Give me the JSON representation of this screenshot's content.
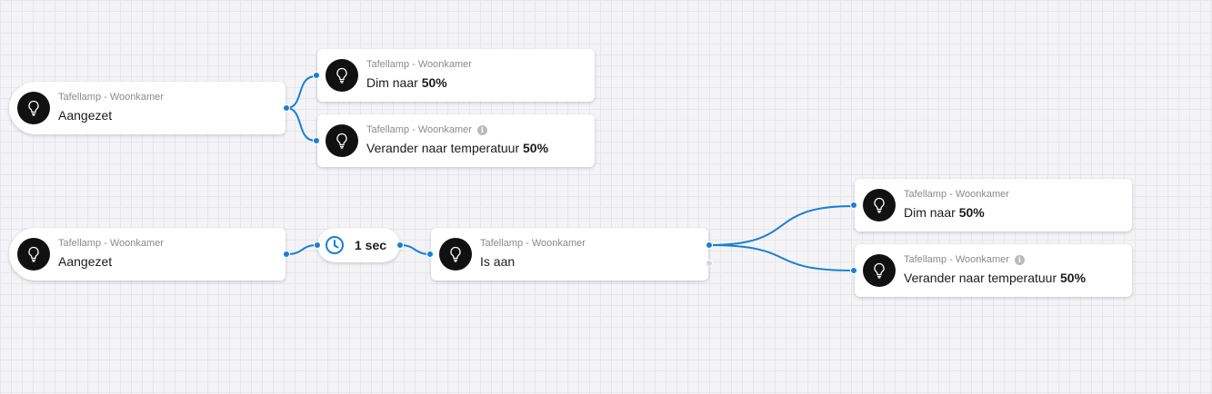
{
  "colors": {
    "accent": "#1a7fd4",
    "icon_bg": "#111111",
    "card_bg": "#ffffff",
    "canvas_bg": "#f4f4f7"
  },
  "flow1": {
    "trigger": {
      "device": "Tafellamp - Woonkamer",
      "label": "Aangezet",
      "icon": "lightbulb-icon"
    },
    "action1": {
      "device": "Tafellamp - Woonkamer",
      "label": "Dim naar ",
      "value": "50%",
      "icon": "lightbulb-icon"
    },
    "action2": {
      "device": "Tafellamp - Woonkamer",
      "label": "Verander naar temperatuur ",
      "value": "50%",
      "icon": "lightbulb-icon",
      "info_icon": "info-icon"
    }
  },
  "flow2": {
    "trigger": {
      "device": "Tafellamp - Woonkamer",
      "label": "Aangezet",
      "icon": "lightbulb-icon"
    },
    "delay": {
      "label": "1 sec",
      "icon": "clock-icon"
    },
    "condition": {
      "device": "Tafellamp - Woonkamer",
      "label": "Is aan",
      "icon": "lightbulb-icon"
    },
    "action1": {
      "device": "Tafellamp - Woonkamer",
      "label": "Dim naar ",
      "value": "50%",
      "icon": "lightbulb-icon"
    },
    "action2": {
      "device": "Tafellamp - Woonkamer",
      "label": "Verander naar temperatuur ",
      "value": "50%",
      "icon": "lightbulb-icon",
      "info_icon": "info-icon"
    }
  }
}
